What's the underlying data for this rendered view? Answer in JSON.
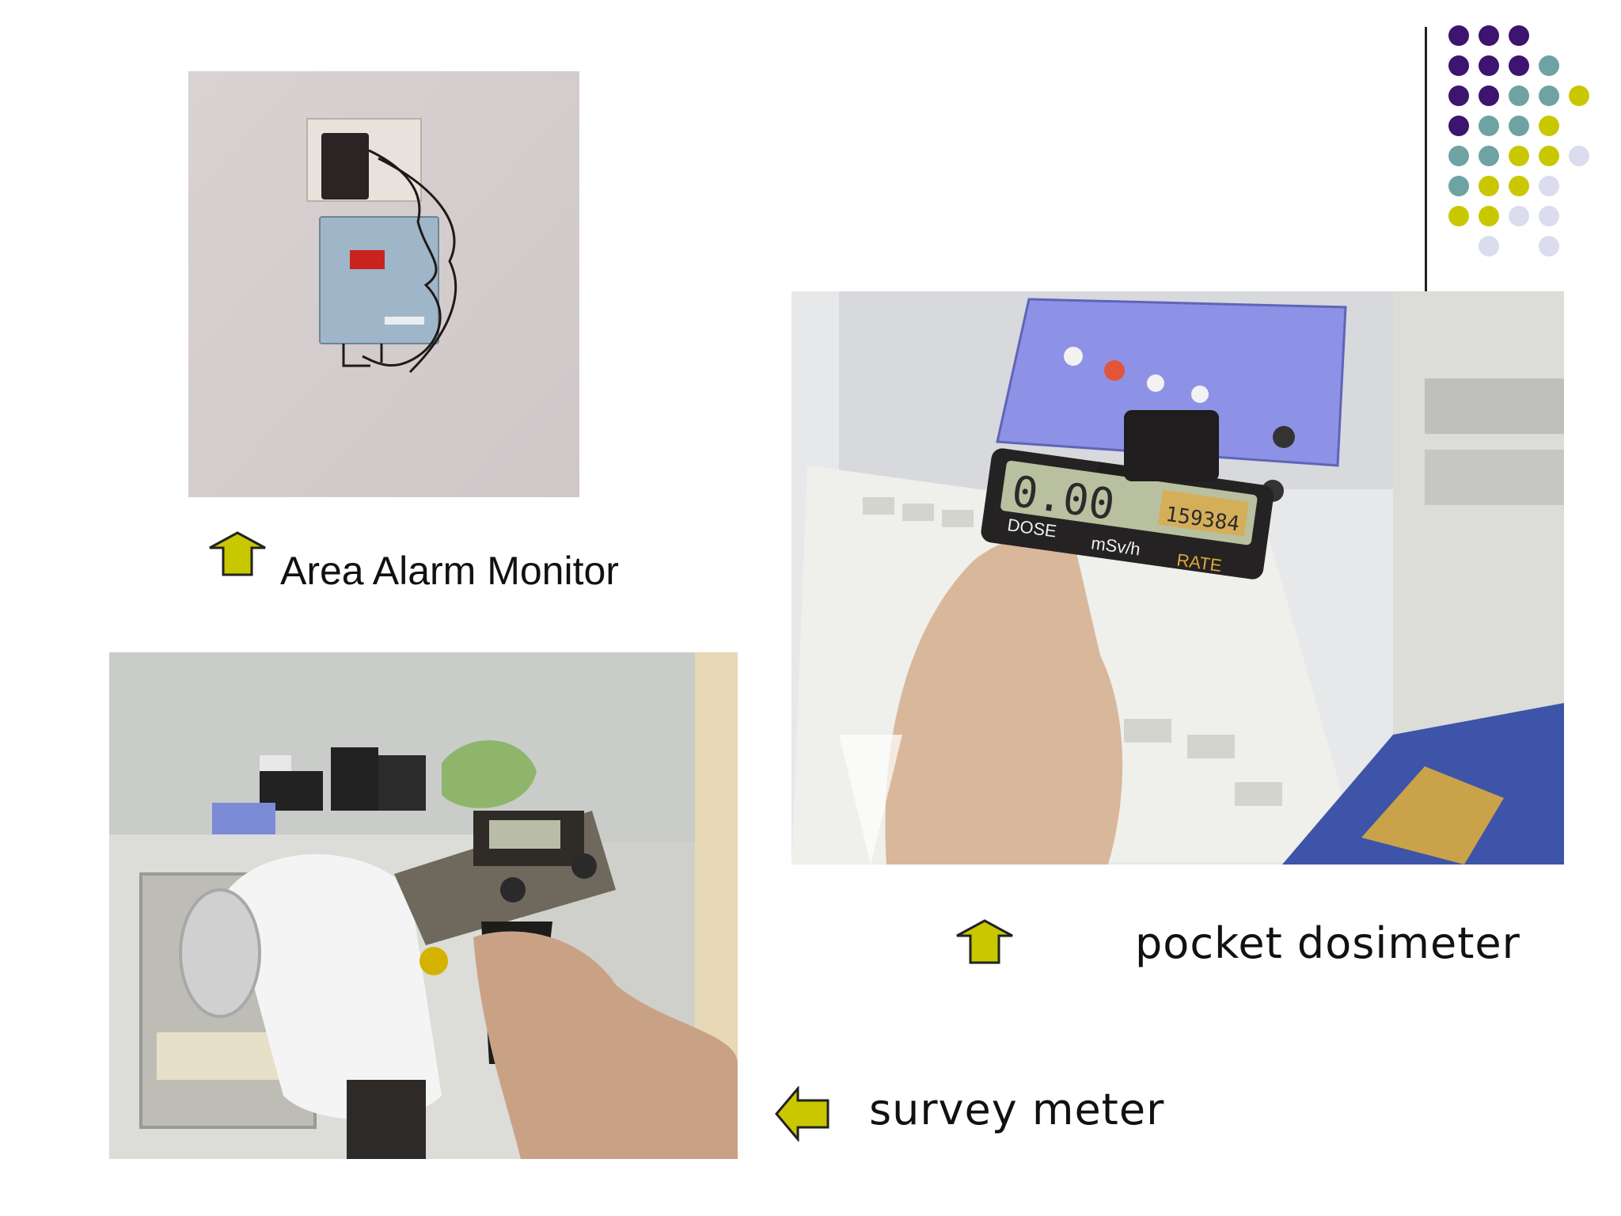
{
  "captions": {
    "area_alarm": "Area Alarm Monitor",
    "pocket_dosimeter": "pocket dosimeter",
    "survey_meter": "survey meter"
  },
  "pocket_dosimeter_display": {
    "value": "0.00",
    "label_dose": "DOSE",
    "unit": "mSv/h",
    "label_rate": "RATE",
    "serial": "159384"
  },
  "colors": {
    "purple": "#3d1470",
    "teal": "#6fa3a3",
    "olive": "#c9c800",
    "lavender": "#dcdcef",
    "arrow_fill": "#c9c800",
    "arrow_stroke": "#222222"
  },
  "icons": {
    "arrow_up": "arrow-up-icon",
    "arrow_left": "arrow-left-icon"
  }
}
